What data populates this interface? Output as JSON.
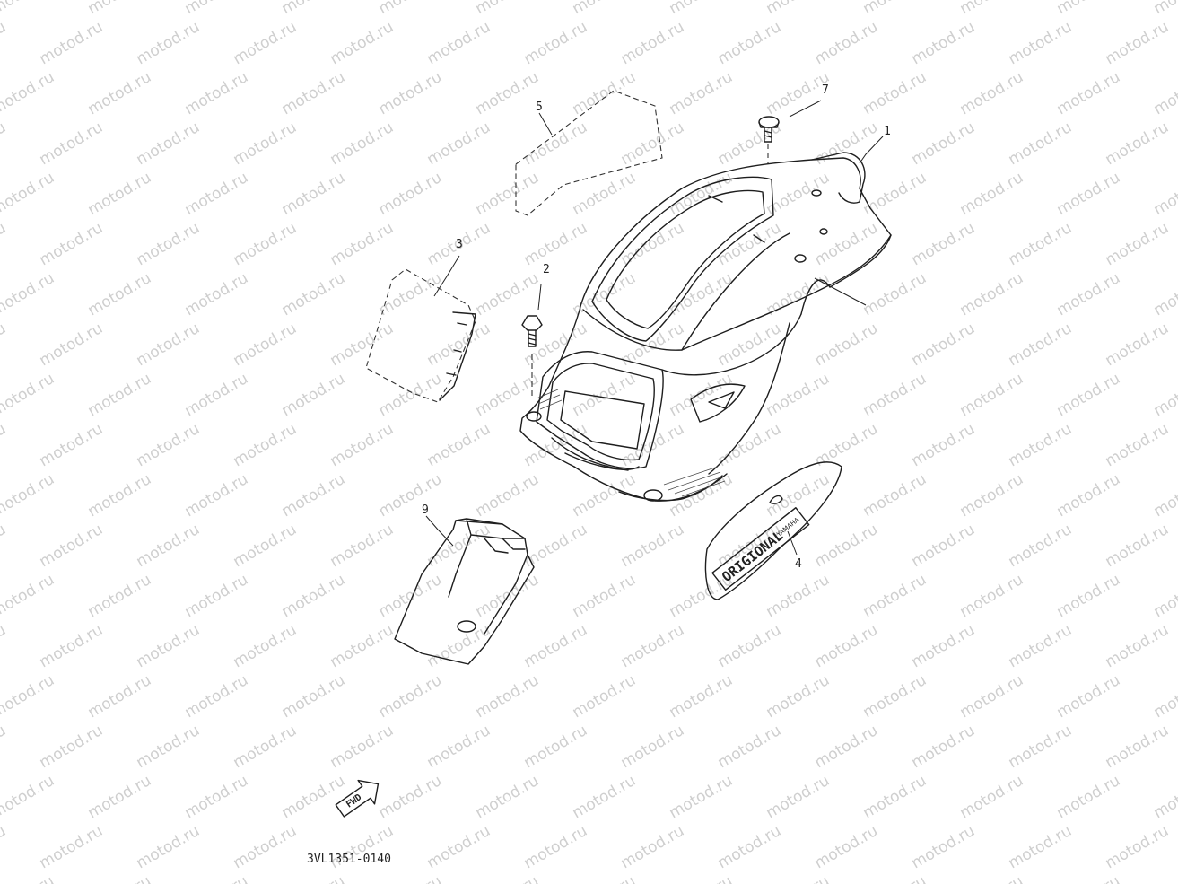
{
  "watermark": {
    "text": "motod.ru"
  },
  "callouts": [
    {
      "id": "1",
      "label": "1"
    },
    {
      "id": "2",
      "label": "2"
    },
    {
      "id": "3",
      "label": "3"
    },
    {
      "id": "4",
      "label": "4"
    },
    {
      "id": "5",
      "label": "5"
    },
    {
      "id": "7",
      "label": "7"
    },
    {
      "id": "9",
      "label": "9"
    }
  ],
  "decal": {
    "model_text": "ORIGIONAL",
    "brand_text": "YAMAHA"
  },
  "fwd_arrow": {
    "label": "FWD"
  },
  "diagram_code": "3VL1351-0140",
  "colors": {
    "ink": "#1e1e1e",
    "watermark": "#cfcfcf",
    "background": "#ffffff"
  }
}
